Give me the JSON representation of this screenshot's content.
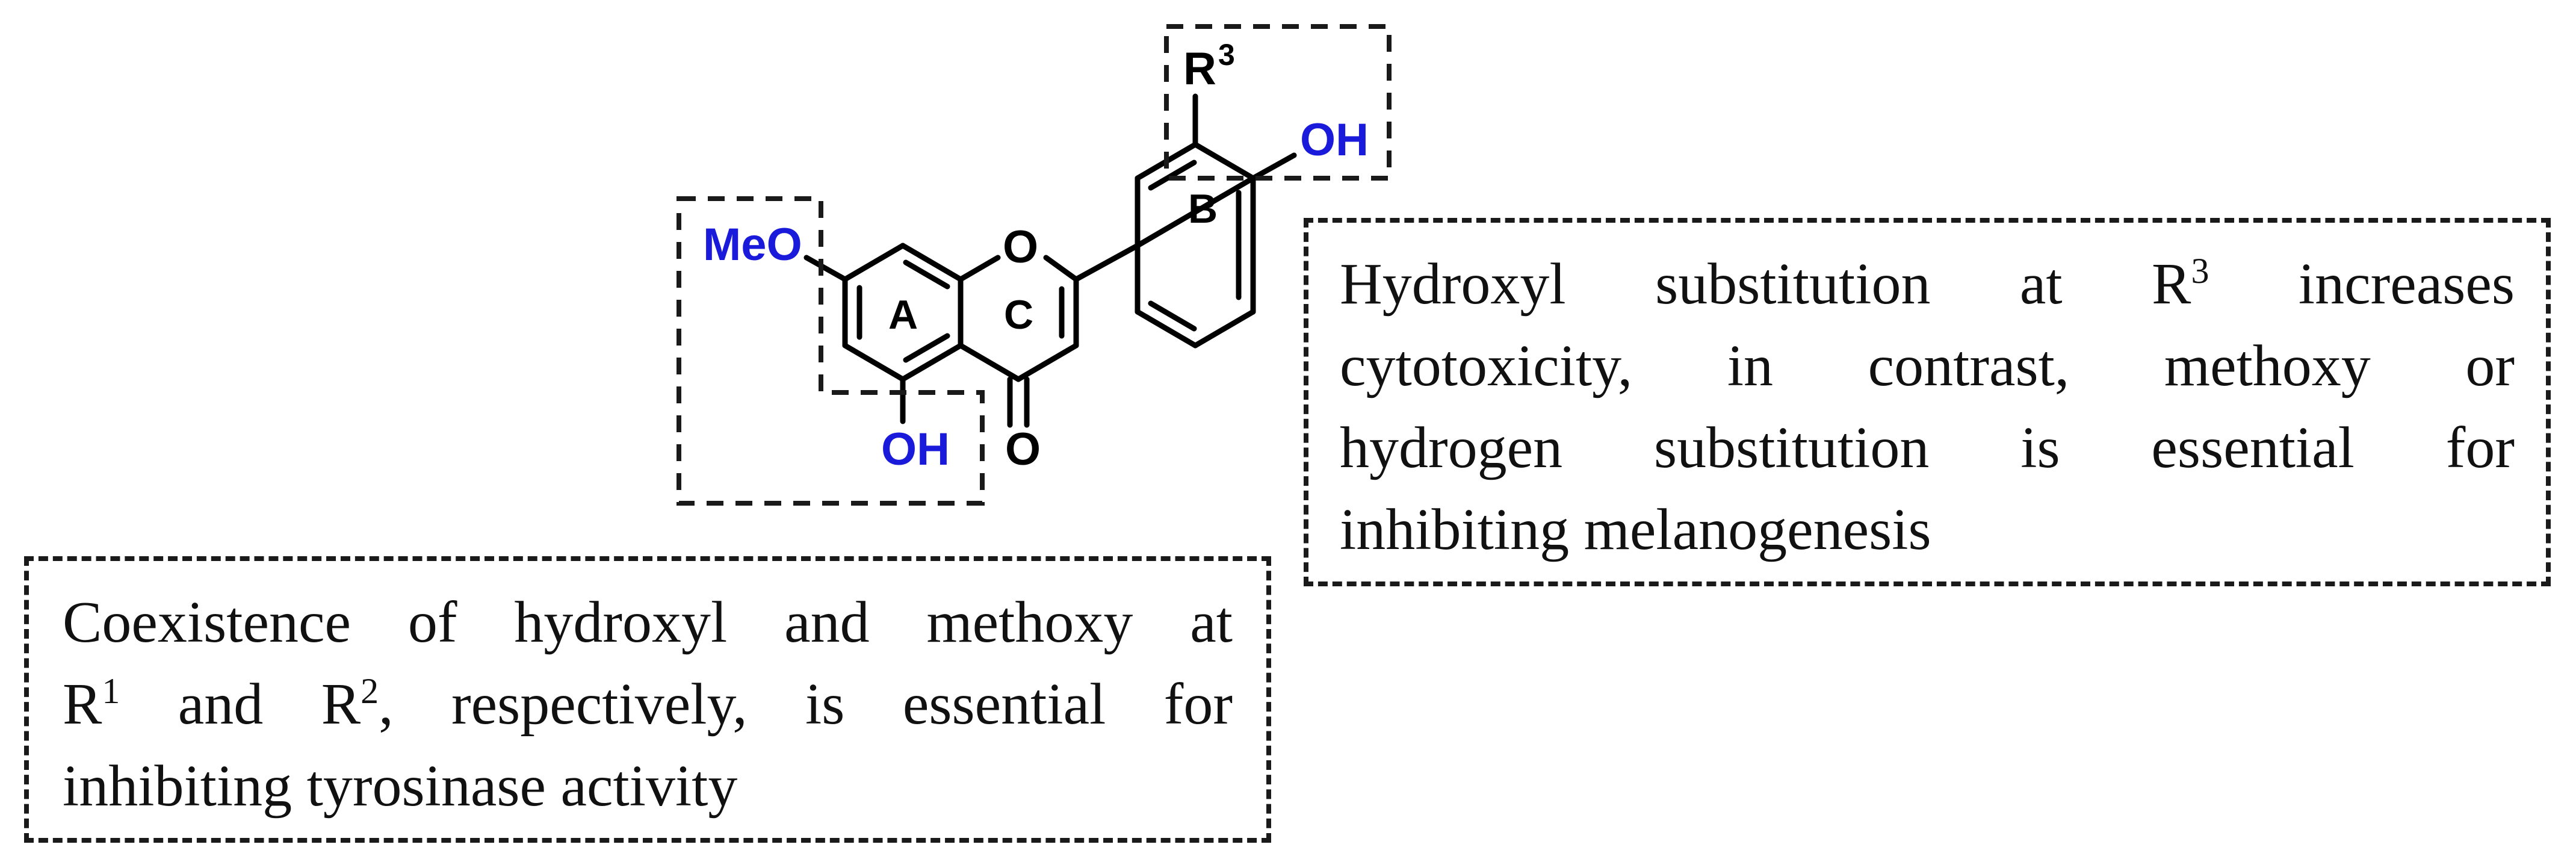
{
  "structure": {
    "substituent_meo": "MeO",
    "ring_oxygen": "O",
    "carbonyl_oxygen": "O",
    "hydroxyl_5": "OH",
    "hydroxyl_4p": "OH",
    "r3_symbol": "R",
    "r3_index": "3",
    "ring_a": "A",
    "ring_b": "B",
    "ring_c": "C",
    "colors": {
      "heteroatom_label": "#1a1adb",
      "bond": "#000000"
    }
  },
  "notes": {
    "r3": {
      "line1_pre": "Hydroxyl substitution at R",
      "line1_sup": "3",
      "line1_post": " increases",
      "line2": "cytotoxicity, in contrast, methoxy or",
      "line3": "hydrogen substitution is essential for",
      "line4": "inhibiting melanogenesis"
    },
    "r1r2": {
      "line1": "Coexistence of hydroxyl and methoxy at",
      "line2_a": "R",
      "line2_sup1": "1",
      "line2_b": " and R",
      "line2_sup2": "2",
      "line2_c": ", respectively, is essential for",
      "line3": "inhibiting tyrosinase activity"
    }
  }
}
